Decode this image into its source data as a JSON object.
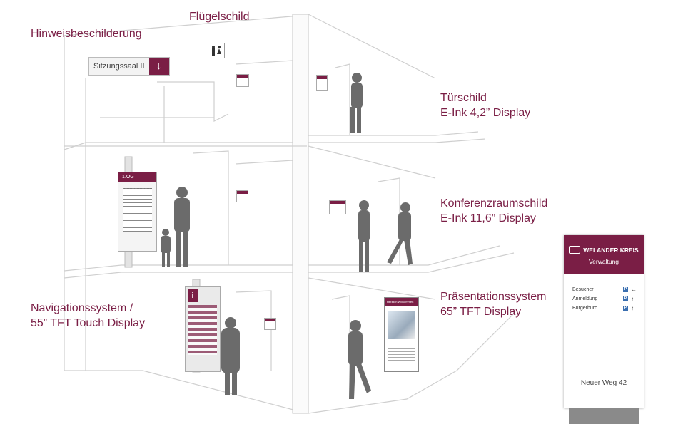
{
  "labels": {
    "hinweis": "Hinweisbeschilderung",
    "fluegel": "Flügelschild",
    "tuer_1": "Türschild",
    "tuer_2": "E-Ink 4,2” Display",
    "konf_1": "Konferenzraumschild",
    "konf_2": "E-Ink  11,6” Display",
    "nav_1": "Navigationssystem /",
    "nav_2": "55” TFT Touch Display",
    "praes_1": "Präsentationssystem",
    "praes_2": "65” TFT Display"
  },
  "hint_sign": {
    "text": "Sitzungssaal II",
    "arrow": "↓"
  },
  "nav_screen": {
    "header": "1.OG"
  },
  "touch_screen": {
    "icon": "i"
  },
  "praes_screen": {
    "header": "Herzlich Willkommen"
  },
  "totem": {
    "brand": "WELANDER KREIS",
    "subtitle": "Verwaltung",
    "rows": [
      {
        "name": "Besucher",
        "badge": "P",
        "arrow": "←"
      },
      {
        "name": "Anmeldung",
        "badge": "P",
        "arrow": "↑"
      },
      {
        "name": "Bürgerbüro",
        "badge": "P",
        "arrow": "↑"
      }
    ],
    "address": "Neuer Weg 42"
  },
  "colors": {
    "accent": "#7a1e45",
    "lines": "#c8c8c8",
    "figures": "#6b6b6b",
    "totem_base": "#8a8a8a"
  },
  "icons": [
    "toilet-sign-icon",
    "arrow-down-icon",
    "info-icon",
    "parking-icon",
    "arrow-left-icon",
    "arrow-up-icon",
    "logo-icon"
  ]
}
